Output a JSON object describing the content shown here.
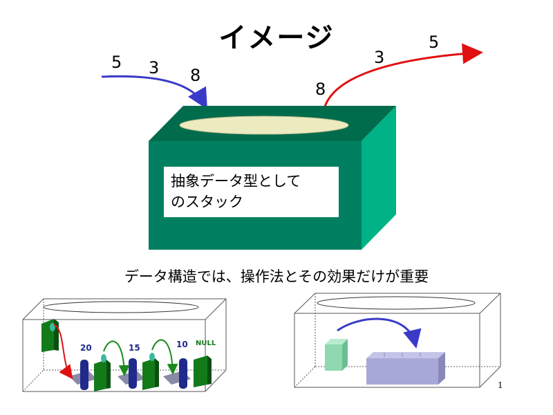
{
  "slide": {
    "title": "イメージ",
    "push_sequence": [
      "5",
      "3",
      "8"
    ],
    "pop_sequence": [
      "8",
      "3",
      "5"
    ],
    "box_label": "抽象データ型として\nのスタック",
    "caption": "データ構造では、操作法とその効果だけが重要",
    "linked_list_values": [
      "20",
      "15",
      "10",
      "NULL"
    ],
    "page_number": "1"
  },
  "colors": {
    "box_front": "#008060",
    "box_top": "#006c4c",
    "box_side": "#00b386",
    "box_opening": "#ecebc0",
    "push_arrow": "#3a3ac8",
    "pop_arrow": "#e01010",
    "list_node": "#137a1a",
    "list_cell": "#1f2a8a",
    "array_block": "#a8a8d8",
    "single_block": "#8fd8b0"
  }
}
